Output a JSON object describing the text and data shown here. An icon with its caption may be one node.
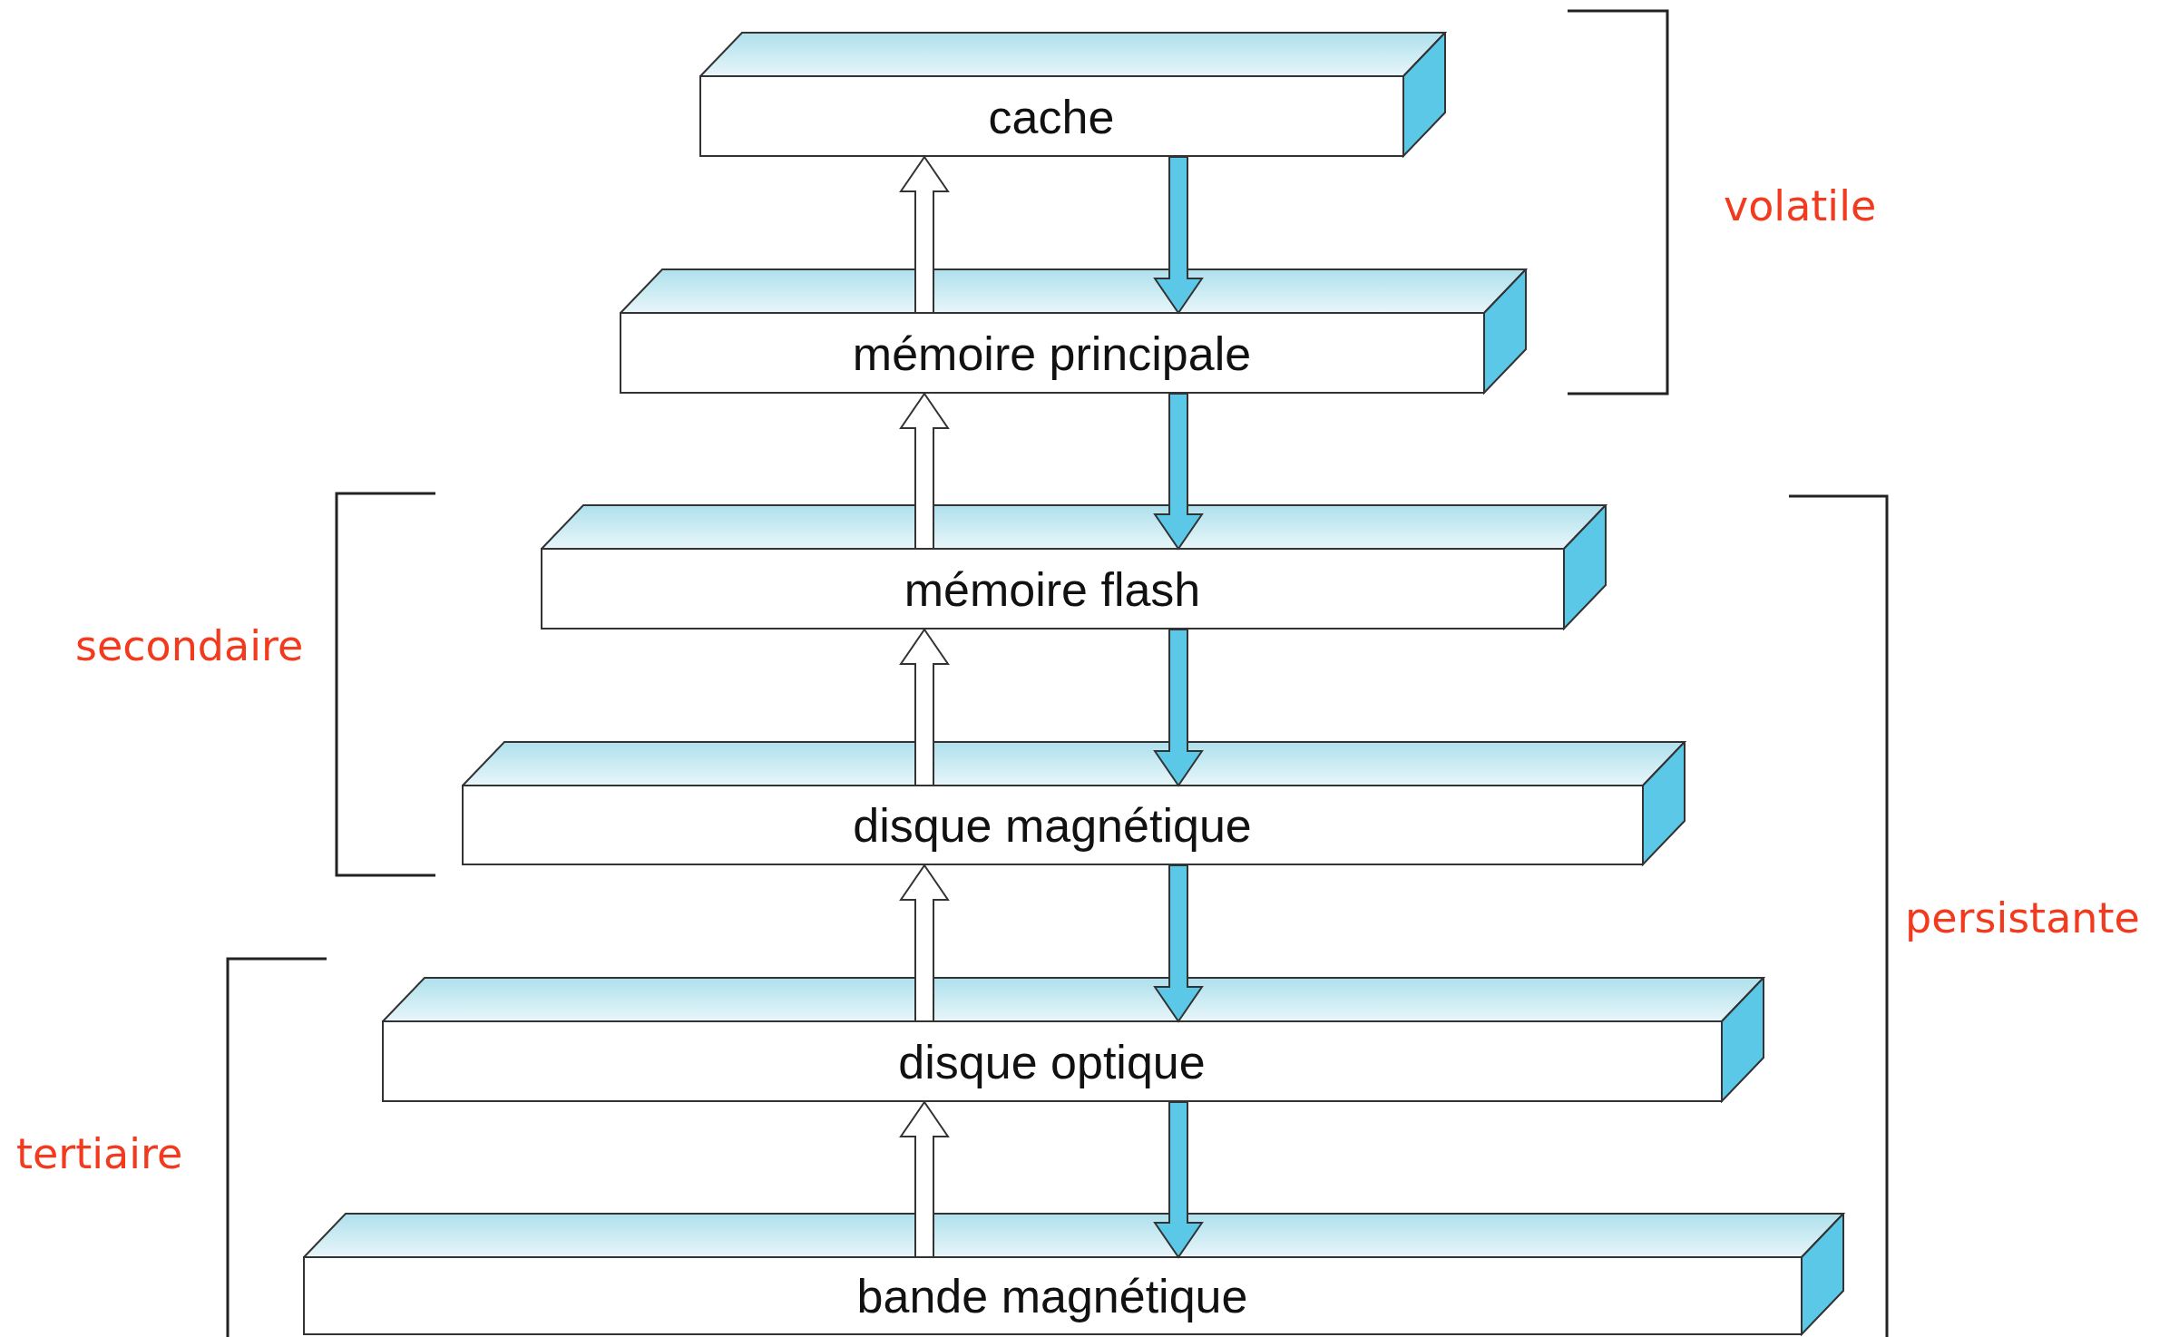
{
  "diagram": {
    "nodes": [
      {
        "text": [
          "cache"
        ]
      },
      {
        "text": [
          "mémoire principale"
        ]
      },
      {
        "text": [
          "mémoire flash"
        ]
      },
      {
        "text": [
          "disque magnétique"
        ]
      },
      {
        "text": [
          "disque optique"
        ]
      },
      {
        "text": [
          "bande magnétique"
        ]
      }
    ],
    "edges": [
      {
        "from": 1,
        "to": 0,
        "arrow": "to",
        "color": "#ffffff"
      },
      {
        "from": 0,
        "to": 1,
        "arrow": "to",
        "color": "#5bc8e8"
      },
      {
        "from": 2,
        "to": 1,
        "arrow": "to",
        "color": "#ffffff"
      },
      {
        "from": 1,
        "to": 2,
        "arrow": "to",
        "color": "#5bc8e8"
      },
      {
        "from": 3,
        "to": 2,
        "arrow": "to",
        "color": "#ffffff"
      },
      {
        "from": 2,
        "to": 3,
        "arrow": "to",
        "color": "#5bc8e8"
      },
      {
        "from": 4,
        "to": 3,
        "arrow": "to",
        "color": "#ffffff"
      },
      {
        "from": 3,
        "to": 4,
        "arrow": "to",
        "color": "#5bc8e8"
      },
      {
        "from": 5,
        "to": 4,
        "arrow": "to",
        "color": "#ffffff"
      },
      {
        "from": 4,
        "to": 5,
        "arrow": "to",
        "color": "#5bc8e8"
      }
    ],
    "labels": [
      "volatile",
      "secondaire",
      "persistante",
      "tertiaire"
    ]
  }
}
